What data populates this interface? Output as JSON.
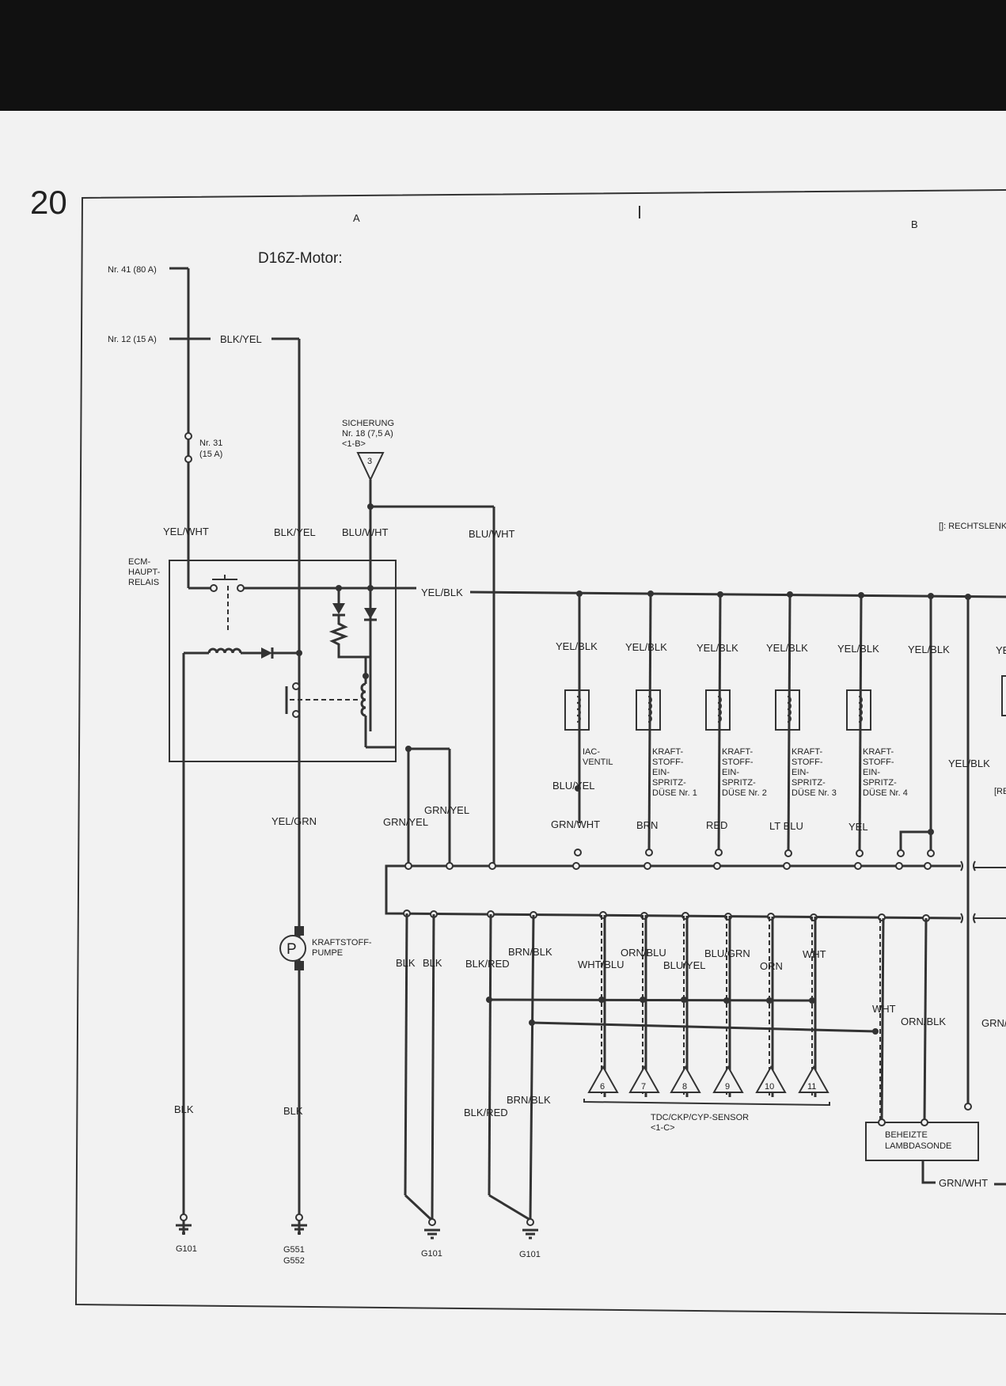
{
  "page_number": "20",
  "sections": {
    "a": "A",
    "b": "B"
  },
  "title": "D16Z-Motor:",
  "right_note": "[]: RECHTSLENK",
  "right_note2": "[RE",
  "fuses": {
    "f41": "Nr. 41 (80 A)",
    "f12": "Nr. 12 (15 A)",
    "f31_a": "Nr. 31",
    "f31_b": "(15 A)",
    "sich_a": "SICHERUNG",
    "sich_b": "Nr. 18 (7,5 A)",
    "sich_c": "<1-B>",
    "sich_pin": "3"
  },
  "relay": {
    "l1": "ECM-",
    "l2": "HAUPT-",
    "l3": "RELAIS"
  },
  "wires": {
    "blk_yel": "BLK/YEL",
    "yel_wht": "YEL/WHT",
    "blu_wht": "BLU/WHT",
    "yel_blk": "YEL/BLK",
    "yel_grn": "YEL/GRN",
    "grn_yel": "GRN/YEL",
    "blu_yel": "BLU/YEL",
    "grn_wht": "GRN/WHT",
    "brn": "BRN",
    "red": "RED",
    "lt_blu": "LT BLU",
    "yel": "YEL",
    "blk": "BLK",
    "blk_red": "BLK/RED",
    "brn_blk": "BRN/BLK",
    "wht_blu": "WHT/BLU",
    "orn_blu": "ORN/BLU",
    "blu_grn": "BLU/GRN",
    "orn": "ORN",
    "wht": "WHT",
    "orn_blk": "ORN/BLK",
    "grn_cut": "GRN/",
    "ye_cut": "YE"
  },
  "components": {
    "iac": [
      "IAC-",
      "VENTIL"
    ],
    "inj1": [
      "KRAFT-",
      "STOFF-",
      "EIN-",
      "SPRITZ-",
      "DÜSE Nr. 1"
    ],
    "inj2": [
      "KRAFT-",
      "STOFF-",
      "EIN-",
      "SPRITZ-",
      "DÜSE Nr. 2"
    ],
    "inj3": [
      "KRAFT-",
      "STOFF-",
      "EIN-",
      "SPRITZ-",
      "DÜSE Nr. 3"
    ],
    "inj4": [
      "KRAFT-",
      "STOFF-",
      "EIN-",
      "SPRITZ-",
      "DÜSE Nr. 4"
    ],
    "pump_symbol": "P",
    "pump": [
      "KRAFTSTOFF-",
      "PUMPE"
    ],
    "sensor": [
      "TDC/CKP/CYP-SENSOR",
      "<1-C>"
    ],
    "sensor_pins": [
      "6",
      "7",
      "8",
      "9",
      "10",
      "11"
    ],
    "lambda": [
      "BEHEIZTE",
      "LAMBDASONDE"
    ]
  },
  "grounds": {
    "g101": "G101",
    "g551": "G551",
    "g552": "G552"
  }
}
